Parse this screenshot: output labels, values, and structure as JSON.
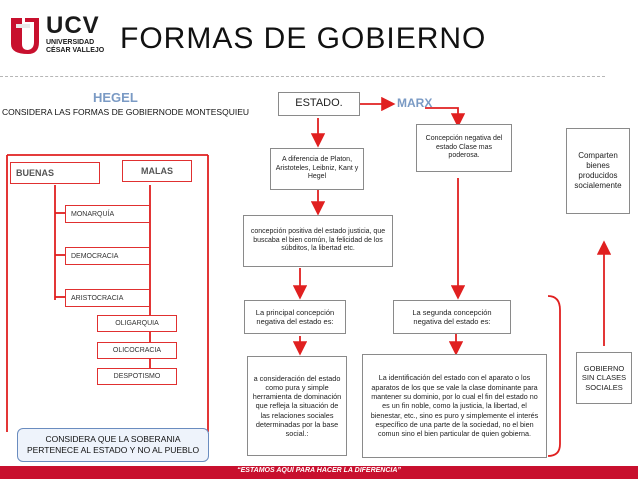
{
  "header": {
    "logo_text": "UCV",
    "logo_sub1": "UNIVERSIDAD",
    "logo_sub2": "CÉSAR VALLEJO",
    "title": "FORMAS DE GOBIERNO"
  },
  "hegel": {
    "heading": "HEGEL",
    "considera_top": "CONSIDERA LAS FORMAS DE GOBIERNODE MONTESQUIEU",
    "buenas": "BUENAS",
    "malas": "MALAS",
    "buenas_items": [
      "MONARQUÍA",
      "DEMOCRACIA",
      "ARISTOCRACIA"
    ],
    "malas_items": [
      "OLIGARQUIA",
      "OLICOCRACIA",
      "DESPOTISMO"
    ],
    "considera_bottom": "CONSIDERA QUE LA SOBERANIA PERTENECE AL ESTADO Y NO AL PUEBLO"
  },
  "estado": {
    "label": "ESTADO.",
    "diferencia": "A diferencia de Platon, Aristoteles, Leibniz, Kant y Hegel",
    "positiva": "concepción positiva del estado justicia, que buscaba el bien común, la felicidad de los súbditos, la libertad etc.",
    "principal": "La principal concepción negativa del estado es:",
    "consideracion": "a consideración del estado como pura y simple herramienta de dominación que refleja la situación de las relaciones sociales determinadas por la base social.:"
  },
  "marx": {
    "heading": "MARX",
    "negativa": "Concepción negativa del estado Clase mas poderosa.",
    "segunda": "La segunda concepción negativa del estado es:",
    "identificacion": "La identificación del estado con el aparato o los aparatos de los que se vale la clase dominante para mantener su dominio, por lo cual el fin del estado no es un fin noble, como la justicia, la libertad, el bienestar, etc., sino es puro y simplemente el interés específico de una parte de la sociedad, no el bien comun sino el bien particular de quien gobierna."
  },
  "right": {
    "comparten": "Comparten bienes producidos socialemente",
    "gobierno": "GOBIERNO SIN CLASES SOCIALES"
  },
  "footer": {
    "slogan": "“ESTAMOS AQUÍ PARA HACER LA DIFERENCIA”"
  },
  "colors": {
    "accent_red": "#e02020",
    "brand_red": "#c8102e",
    "hegel_blue": "#7a9ac4"
  }
}
